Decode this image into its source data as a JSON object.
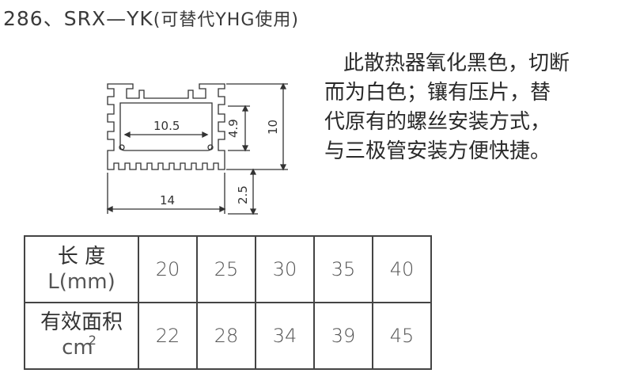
{
  "title": {
    "number_prefix": "286、SRX—YK",
    "note": "(可替代YHG使用)"
  },
  "description": {
    "lines": [
      "此散热器氧化黑色，切断",
      "而为白色；镶有压片，替",
      "代原有的螺丝安装方式，",
      "与三极管安装方便快捷。"
    ]
  },
  "drawing": {
    "dimensions": {
      "inner_width": "10.5",
      "inner_height": "4.9",
      "total_height": "10",
      "base_width": "14",
      "base_height": "2.5"
    }
  },
  "table": {
    "row1_header_line1": "长 度",
    "row1_header_line2": "L(mm)",
    "row2_header_line1": "有效面积",
    "row2_header_line2": "cm",
    "row2_header_sup": "2",
    "lengths": [
      "20",
      "25",
      "30",
      "35",
      "40"
    ],
    "areas": [
      "22",
      "28",
      "34",
      "39",
      "45"
    ]
  }
}
